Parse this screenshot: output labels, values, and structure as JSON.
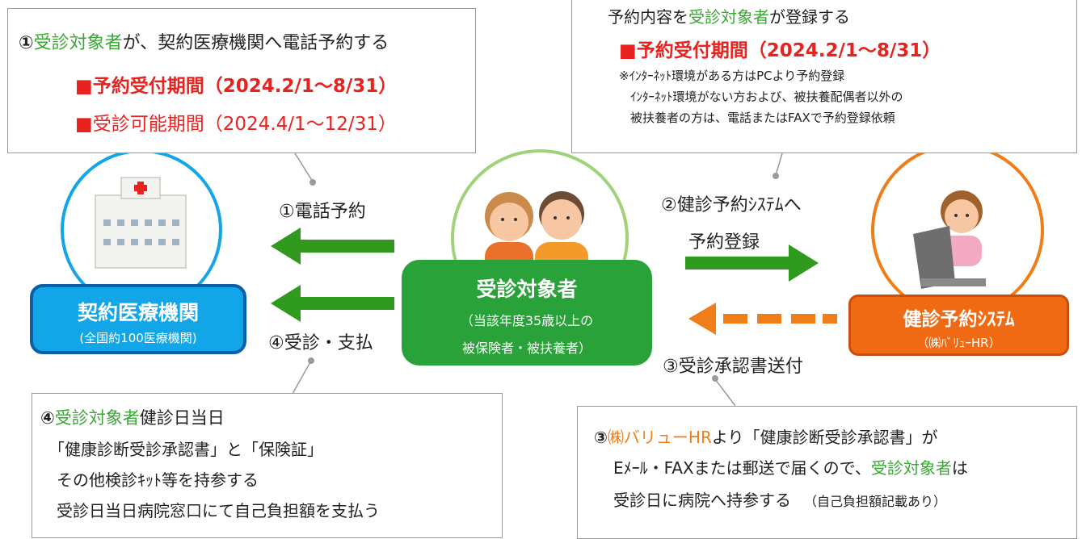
{
  "colors": {
    "green": "#3aa835",
    "red": "#e8231f",
    "orange": "#ef7d1a",
    "blue": "#12a6e8",
    "gray": "#9a9a9a"
  },
  "note1": {
    "num": "①",
    "subject": "受診対象者",
    "text": "が、契約医療機関へ電話予約する",
    "period1": "■予約受付期間（2024.2/1～8/31）",
    "period2": "■受診可能期間（2024.4/1～12/31）"
  },
  "note2": {
    "line1_pre": "予約内容を",
    "line1_subject": "受診対象者",
    "line1_post": "が登録する",
    "period": "■予約受付期間（2024.2/1～8/31）",
    "note_a": "※ｲﾝﾀｰﾈｯﾄ環境がある方はPCより予約登録",
    "note_b": "ｲﾝﾀｰﾈｯﾄ環境がない方および、被扶養配偶者以外の",
    "note_c": "被扶養者の方は、電話またはFAXで予約登録依頼"
  },
  "note4": {
    "num": "④",
    "subject": "受診対象者",
    "line1": "健診日当日",
    "line2": "「健康診断受診承認書」と「保険証」",
    "line3": "その他検診ｷｯﾄ等を持参する",
    "line4": "受診日当日病院窓口にて自己負担額を支払う"
  },
  "note3": {
    "num": "③",
    "company": "㈱バリューHR",
    "line1": "より「健康診断受診承認書」が",
    "line2_pre": "Eﾒｰﾙ・FAXまたは郵送で届くので、",
    "line2_subject": "受診対象者",
    "line2_post": "は",
    "line3": "受診日に病院へ持参する",
    "line3_note": "（自己負担額記載あり）"
  },
  "nodes": {
    "hospital": {
      "title": "契約医療機関",
      "sub": "(全国約100医療機関)"
    },
    "person": {
      "title": "受診対象者",
      "sub1": "（当該年度35歳以上の",
      "sub2": "被保険者・被扶養者）"
    },
    "system": {
      "title": "健診予約ｼｽﾃﾑ",
      "sub": "（㈱ﾊﾞﾘｭｰHR）"
    }
  },
  "arrows": {
    "a1": "①電話予約",
    "a2_line1": "②健診予約ｼｽﾃﾑへ",
    "a2_line2": "予約登録",
    "a3": "③受診承認書送付",
    "a4": "④受診・支払"
  }
}
